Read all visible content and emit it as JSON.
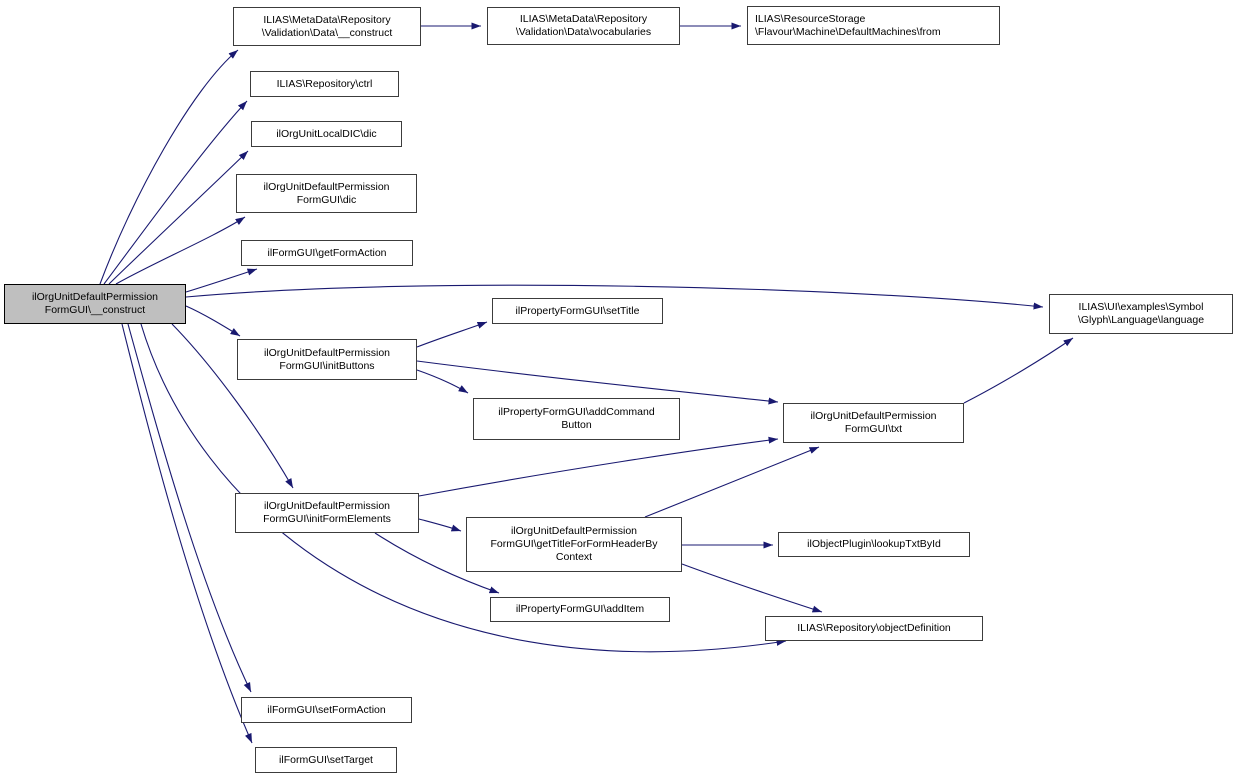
{
  "diagram_type": "call-graph",
  "colors": {
    "edge": "#191970",
    "node_border": "#3c3c3c",
    "node_fill": "#ffffff",
    "main_node_fill": "#bfbfbf",
    "main_node_border": "#000000",
    "text": "#000000",
    "background": "#ffffff"
  },
  "nodes": {
    "main": {
      "label": "ilOrgUnitDefaultPermission\nFormGUI\\__construct"
    },
    "metadata_construct": {
      "label": "ILIAS\\MetaData\\Repository\n\\Validation\\Data\\__construct"
    },
    "vocabularies": {
      "label": "ILIAS\\MetaData\\Repository\n\\Validation\\Data\\vocabularies"
    },
    "default_machines_from": {
      "label": "ILIAS\\ResourceStorage\n\\Flavour\\Machine\\DefaultMachines\\from"
    },
    "ctrl": {
      "label": "ILIAS\\Repository\\ctrl"
    },
    "local_dic": {
      "label": "ilOrgUnitLocalDIC\\dic"
    },
    "formgui_dic": {
      "label": "ilOrgUnitDefaultPermission\nFormGUI\\dic"
    },
    "get_form_action": {
      "label": "ilFormGUI\\getFormAction"
    },
    "init_buttons": {
      "label": "ilOrgUnitDefaultPermission\nFormGUI\\initButtons"
    },
    "set_title": {
      "label": "ilPropertyFormGUI\\setTitle"
    },
    "add_command_button": {
      "label": "ilPropertyFormGUI\\addCommand\nButton"
    },
    "txt": {
      "label": "ilOrgUnitDefaultPermission\nFormGUI\\txt"
    },
    "language": {
      "label": "ILIAS\\UI\\examples\\Symbol\n\\Glyph\\Language\\language"
    },
    "init_form_elements": {
      "label": "ilOrgUnitDefaultPermission\nFormGUI\\initFormElements"
    },
    "get_title_for_form_header": {
      "label": "ilOrgUnitDefaultPermission\nFormGUI\\getTitleForFormHeaderBy\nContext"
    },
    "lookup_txt_by_id": {
      "label": "ilObjectPlugin\\lookupTxtById"
    },
    "add_item": {
      "label": "ilPropertyFormGUI\\addItem"
    },
    "object_definition": {
      "label": "ILIAS\\Repository\\objectDefinition"
    },
    "set_form_action": {
      "label": "ilFormGUI\\setFormAction"
    },
    "set_target": {
      "label": "ilFormGUI\\setTarget"
    }
  },
  "edges": [
    {
      "from": "main",
      "to": "metadata_construct"
    },
    {
      "from": "main",
      "to": "ctrl"
    },
    {
      "from": "main",
      "to": "local_dic"
    },
    {
      "from": "main",
      "to": "formgui_dic"
    },
    {
      "from": "main",
      "to": "get_form_action"
    },
    {
      "from": "main",
      "to": "language"
    },
    {
      "from": "main",
      "to": "init_buttons"
    },
    {
      "from": "main",
      "to": "init_form_elements"
    },
    {
      "from": "main",
      "to": "object_definition"
    },
    {
      "from": "main",
      "to": "set_form_action"
    },
    {
      "from": "main",
      "to": "set_target"
    },
    {
      "from": "metadata_construct",
      "to": "vocabularies"
    },
    {
      "from": "vocabularies",
      "to": "default_machines_from"
    },
    {
      "from": "init_buttons",
      "to": "set_title"
    },
    {
      "from": "init_buttons",
      "to": "add_command_button"
    },
    {
      "from": "init_buttons",
      "to": "txt"
    },
    {
      "from": "init_form_elements",
      "to": "txt"
    },
    {
      "from": "init_form_elements",
      "to": "get_title_for_form_header"
    },
    {
      "from": "init_form_elements",
      "to": "add_item"
    },
    {
      "from": "get_title_for_form_header",
      "to": "txt"
    },
    {
      "from": "get_title_for_form_header",
      "to": "lookup_txt_by_id"
    },
    {
      "from": "get_title_for_form_header",
      "to": "object_definition"
    },
    {
      "from": "txt",
      "to": "language"
    }
  ]
}
